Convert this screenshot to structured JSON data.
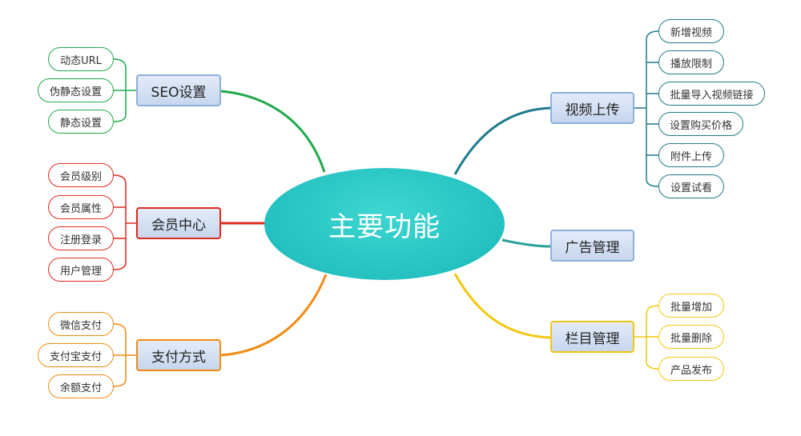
{
  "center": {
    "label": "主要功能"
  },
  "branches": {
    "seo": {
      "label": "SEO设置",
      "children": [
        "动态URL",
        "伪静态设置",
        "静态设置"
      ]
    },
    "member": {
      "label": "会员中心",
      "children": [
        "会员级别",
        "会员属性",
        "注册登录",
        "用户管理"
      ]
    },
    "payment": {
      "label": "支付方式",
      "children": [
        "微信支付",
        "支付宝支付",
        "余额支付"
      ]
    },
    "video": {
      "label": "视频上传",
      "children": [
        "新增视频",
        "播放限制",
        "批量导入视频链接",
        "设置购买价格",
        "附件上传",
        "设置试看"
      ]
    },
    "ads": {
      "label": "广告管理",
      "children": []
    },
    "column": {
      "label": "栏目管理",
      "children": [
        "批量增加",
        "批量删除",
        "产品发布"
      ]
    }
  },
  "colors": {
    "seo": "#1faa4a",
    "member": "#e02a20",
    "payment": "#f08c12",
    "video": "#1f7a8c",
    "ads": "#2aa199",
    "column": "#f2c80f",
    "center": "#2cc8c4"
  }
}
